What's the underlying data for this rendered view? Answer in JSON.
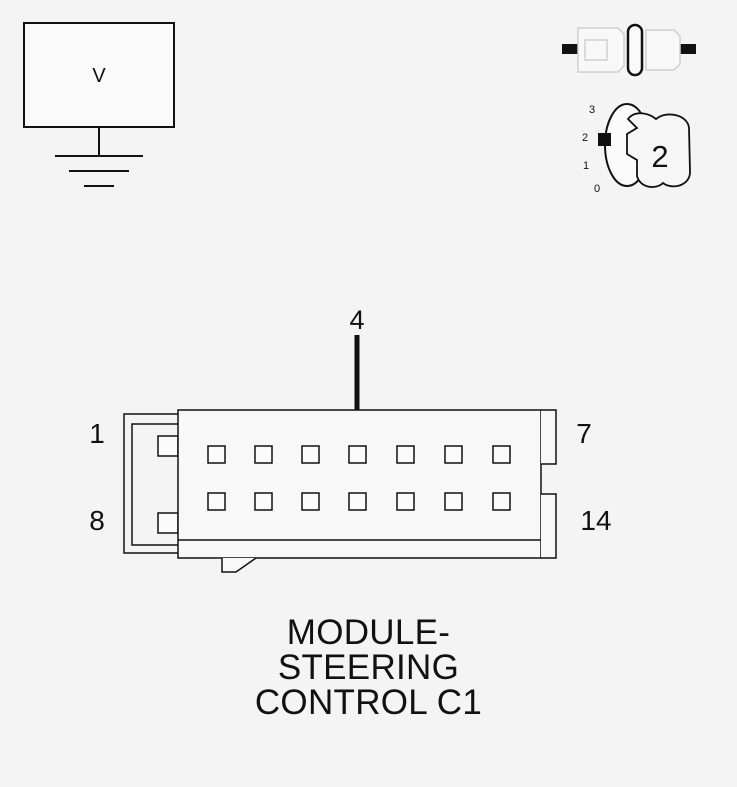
{
  "voltmeter": {
    "symbol": "V"
  },
  "ignition_key": {
    "positions": [
      "3",
      "2",
      "1",
      "0"
    ],
    "selected": "2",
    "label": "2"
  },
  "connector": {
    "probe_pin": "4",
    "corner_labels": {
      "top_left": "1",
      "top_right": "7",
      "bottom_left": "8",
      "bottom_right": "14"
    },
    "rows": 2,
    "pins_per_row": 7
  },
  "caption": {
    "lines": [
      "MODULE-",
      "STEERING",
      "CONTROL C1"
    ]
  }
}
